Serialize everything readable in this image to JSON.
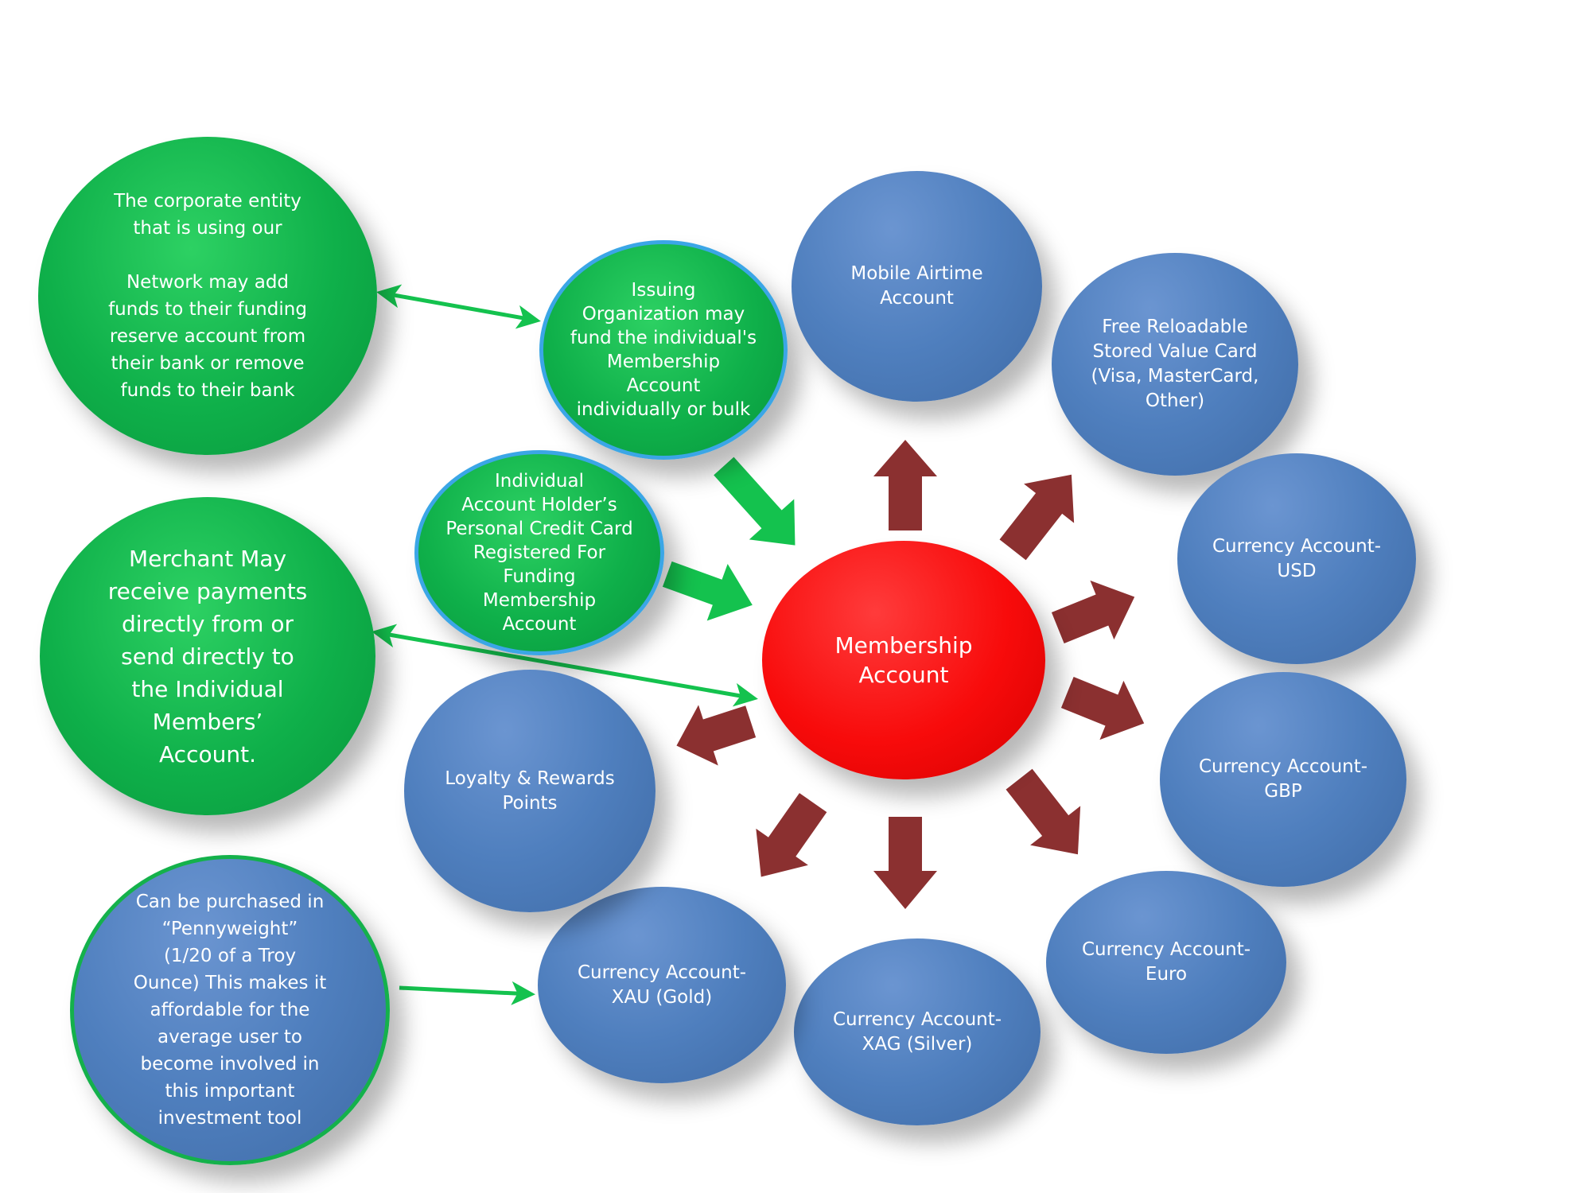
{
  "colors": {
    "green": "#10b24b",
    "blue": "#4f7fbe",
    "red": "#f60f0f",
    "dark_red_arrow": "#8b3030",
    "green_arrow": "#14c24e"
  },
  "nodes": {
    "corporate_entity": "The corporate entity\nthat  is  using our\n\nNetwork may add\nfunds to their funding\nreserve account from\ntheir bank or remove\nfunds to their bank",
    "issuing_org": "Issuing\nOrganization may\nfund the individual's\nMembership\nAccount\nindividually or bulk",
    "individual_holder": "Individual\nAccount Holder’s\nPersonal Credit Card\nRegistered For\nFunding\nMembership\nAccount",
    "merchant": "Merchant May\nreceive payments\ndirectly from or\nsend directly to\nthe  Individual\nMembers’\nAccount.",
    "pennyweight": "Can be purchased in\n“Pennyweight”\n(1/20 of a Troy\nOunce) This makes it\naffordable for the\naverage user to\nbecome involved in\nthis  important\ninvestment tool",
    "membership": "Membership\nAccount",
    "mobile_airtime": "Mobile Airtime\nAccount",
    "stored_value_card": "Free Reloadable\nStored Value Card\n(Visa, MasterCard,\nOther)",
    "usd": "Currency Account-\nUSD",
    "gbp": "Currency Account-\nGBP",
    "euro": "Currency Account-\nEuro",
    "silver": "Currency Account-\nXAG (Silver)",
    "gold": "Currency Account-\nXAU (Gold)",
    "loyalty": "Loyalty & Rewards\nPoints"
  }
}
